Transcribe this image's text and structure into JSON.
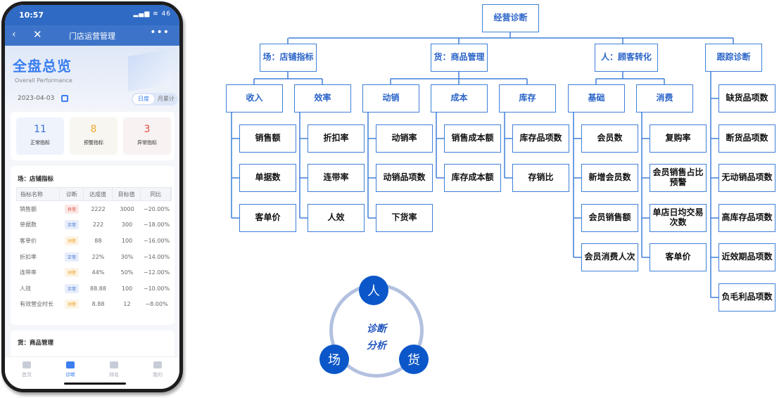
{
  "phone": {
    "status": {
      "time": "10:57",
      "icons": "▂▄▆ ≋ 46"
    },
    "nav": {
      "back": "‹",
      "close": "✕",
      "title": "门店运营管理",
      "more": "•••"
    },
    "hero": {
      "title": "全盘总览",
      "subtitle": "Overall Performance",
      "date": "2023-04-03",
      "segments": [
        "日度",
        "月累计"
      ],
      "selected_segment": "日度"
    },
    "stats": [
      {
        "value": "11",
        "label": "正常指标",
        "color": "#3a6fd8",
        "bg": "#eef3fc"
      },
      {
        "value": "8",
        "label": "预警指标",
        "color": "#f0a830",
        "bg": "#f8f6f0"
      },
      {
        "value": "3",
        "label": "异常指标",
        "color": "#e04a3c",
        "bg": "#f8f2f2"
      }
    ],
    "section1": {
      "title": "场：店铺指标",
      "headers": [
        "指标名称",
        "诊断",
        "达成值",
        "目标值",
        "同比"
      ],
      "rows": [
        {
          "name": "销售额",
          "status": "异常",
          "actual": "2222",
          "target": "3000",
          "yoy": "−20.00%"
        },
        {
          "name": "单据数",
          "status": "正常",
          "actual": "222",
          "target": "300",
          "yoy": "−18.00%"
        },
        {
          "name": "客单价",
          "status": "预警",
          "actual": "88",
          "target": "100",
          "yoy": "−16.00%"
        },
        {
          "name": "折扣率",
          "status": "正常",
          "actual": "22%",
          "target": "30%",
          "yoy": "−14.00%"
        },
        {
          "name": "连带率",
          "status": "预警",
          "actual": "44%",
          "target": "50%",
          "yoy": "−12.00%"
        },
        {
          "name": "人效",
          "status": "正常",
          "actual": "88.88",
          "target": "100",
          "yoy": "−10.00%"
        },
        {
          "name": "有效营业时长",
          "status": "预警",
          "actual": "8.88",
          "target": "12",
          "yoy": "−8.00%"
        }
      ]
    },
    "section2": {
      "title": "货：商品管理"
    },
    "tabs": [
      {
        "label": "首页",
        "icon": "home-icon"
      },
      {
        "label": "诊断",
        "icon": "diagnosis-icon",
        "active": true
      },
      {
        "label": "排名",
        "icon": "ranking-chart-icon"
      },
      {
        "label": "我的",
        "icon": "user-icon"
      }
    ],
    "status_colors": {
      "异常": "#e04a3c",
      "正常": "#3a6fd8",
      "预警": "#f0a830"
    }
  },
  "tree": {
    "root": "经营诊断",
    "branches": [
      {
        "label": "场：店铺指标",
        "children": [
          {
            "label": "收入",
            "leaves": [
              "销售额",
              "单据数",
              "客单价"
            ]
          },
          {
            "label": "效率",
            "leaves": [
              "折扣率",
              "连带率",
              "人效"
            ]
          }
        ]
      },
      {
        "label": "货：商品管理",
        "children": [
          {
            "label": "动销",
            "leaves": [
              "动销率",
              "动销品项数",
              "下货率"
            ]
          },
          {
            "label": "成本",
            "leaves": [
              "销售成本额",
              "库存成本额"
            ]
          },
          {
            "label": "库存",
            "leaves": [
              "库存品项数",
              "存销比"
            ]
          }
        ]
      },
      {
        "label": "人：顾客转化",
        "children": [
          {
            "label": "基础",
            "leaves": [
              "会员数",
              "新增会员数",
              "会员销售额",
              "会员消费人次"
            ]
          },
          {
            "label": "消费",
            "leaves": [
              "复购率",
              "会员销售占比预警",
              "单店日均交易次数",
              "客单价"
            ]
          }
        ]
      },
      {
        "label": "跟踪诊断",
        "leaves": [
          "缺货品项数",
          "断货品项数",
          "无动销品项数",
          "高库存品项数",
          "近效期品项数",
          "负毛利品项数"
        ]
      }
    ],
    "line_color": "#3f7fd8"
  },
  "cycle": {
    "top": "人",
    "left": "场",
    "right": "货",
    "center": [
      "诊断",
      "分析"
    ],
    "ball_color": "#0b57c9",
    "ring_color": "#b3c1e0"
  }
}
